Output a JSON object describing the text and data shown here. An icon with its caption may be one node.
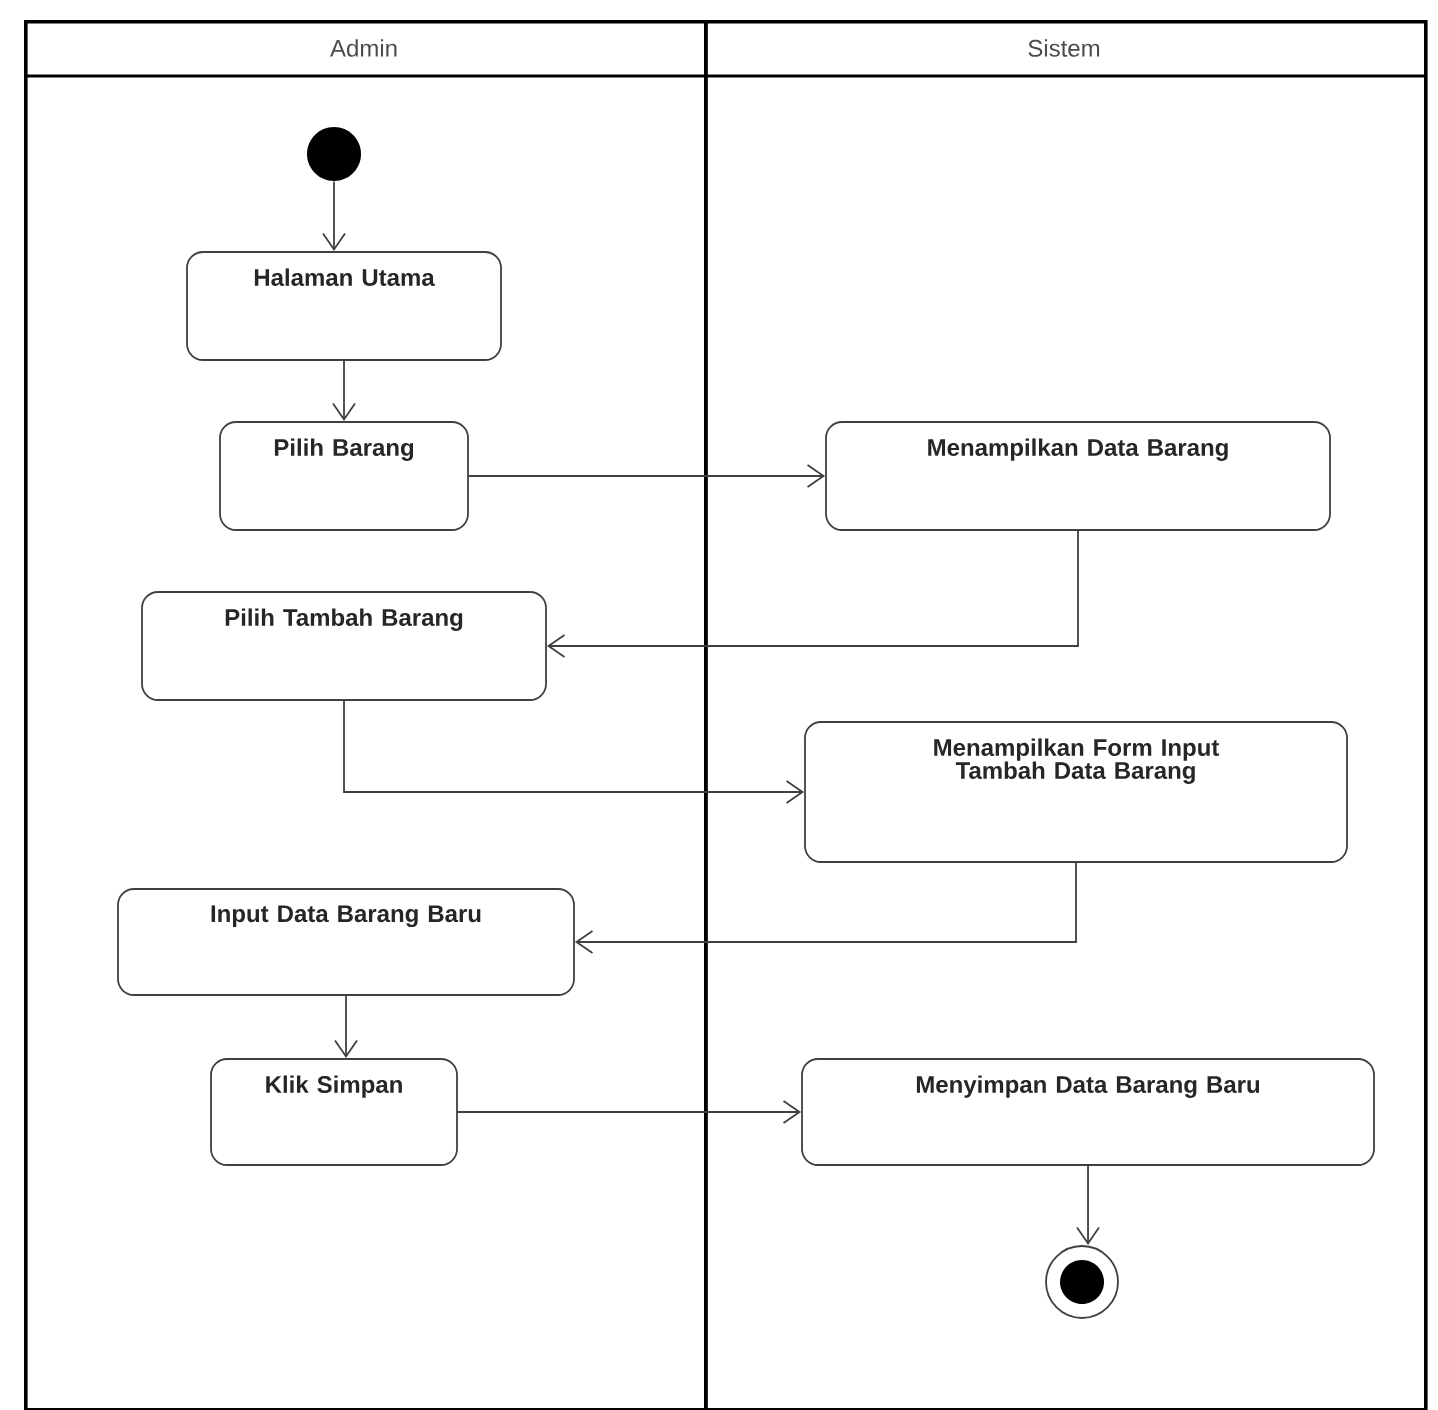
{
  "diagram": {
    "nodes": [
      {
        "text": [
          "Admin"
        ]
      },
      {
        "text": [
          "Sistem"
        ]
      },
      {
        "text": [],
        "shape": "circle",
        "in": 0
      },
      {
        "text": [
          "Halaman Utama"
        ],
        "in": 0
      },
      {
        "text": [
          "Pilih Barang"
        ],
        "in": 0
      },
      {
        "text": [
          "Menampilkan Data Barang"
        ],
        "in": 1
      },
      {
        "text": [
          "Pilih Tambah Barang"
        ],
        "in": 0
      },
      {
        "text": [
          "Menampilkan Form Input Tambah Data Barang"
        ],
        "in": 1
      },
      {
        "text": [
          "Input Data Barang Baru"
        ],
        "in": 0
      },
      {
        "text": [
          "Klik Simpan"
        ],
        "in": 0
      },
      {
        "text": [
          "Menyimpan Data Barang Baru"
        ],
        "in": 1
      },
      {
        "text": [],
        "shape": "circle",
        "in": 1
      }
    ],
    "edges": [
      {
        "from": 2,
        "to": 3,
        "arrow": "to"
      },
      {
        "from": 3,
        "to": 4,
        "arrow": "to"
      },
      {
        "from": 4,
        "to": 5,
        "arrow": "to"
      },
      {
        "from": 5,
        "to": 6,
        "arrow": "to"
      },
      {
        "from": 6,
        "to": 7,
        "arrow": "to"
      },
      {
        "from": 7,
        "to": 8,
        "arrow": "to"
      },
      {
        "from": 8,
        "to": 9,
        "arrow": "to"
      },
      {
        "from": 9,
        "to": 10,
        "arrow": "to"
      },
      {
        "from": 10,
        "to": 11,
        "arrow": "to"
      }
    ]
  }
}
